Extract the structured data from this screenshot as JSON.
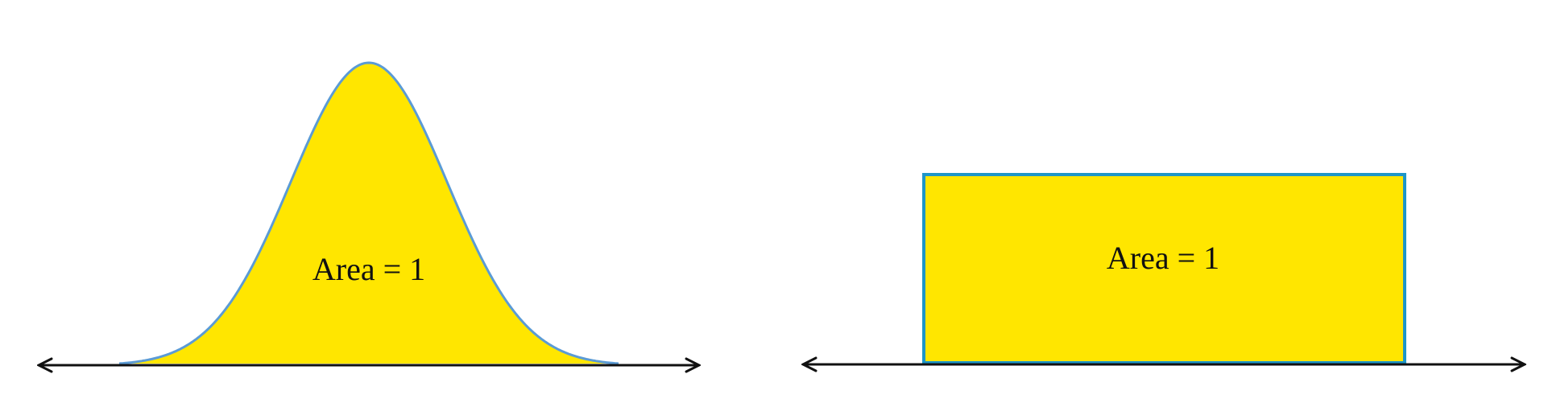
{
  "figures": {
    "normal": {
      "shape": "bell-curve",
      "label": "Area = 1"
    },
    "uniform": {
      "shape": "rectangle",
      "label": "Area = 1"
    }
  },
  "colors": {
    "fill": "#FFE600",
    "outline": "#5B9BD5",
    "rect_outline": "#1E96C8",
    "axis": "#111111"
  }
}
